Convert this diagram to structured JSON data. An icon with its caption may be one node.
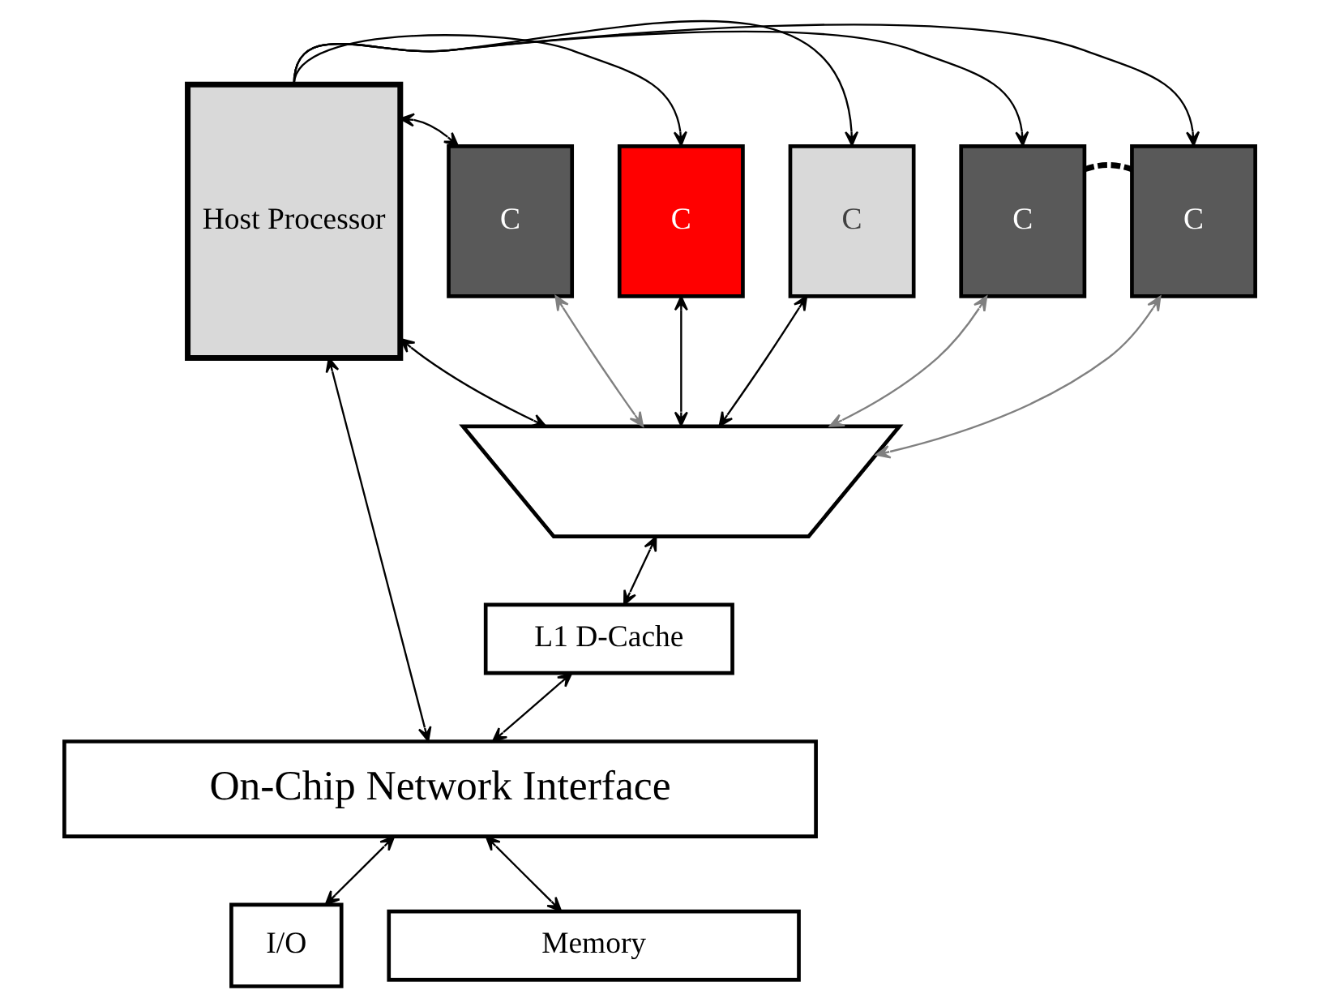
{
  "diagram": {
    "nodes": [
      {
        "text": [
          "Host Processor"
        ]
      },
      {
        "text": [
          "C"
        ]
      },
      {
        "text": [
          "C"
        ]
      },
      {
        "text": [
          "C"
        ]
      },
      {
        "text": [
          "C"
        ]
      },
      {
        "text": [
          "C"
        ]
      },
      {
        "text": [],
        "shape": "trapezoid"
      },
      {
        "text": [
          "L1 D-Cache"
        ]
      },
      {
        "text": [
          "On-Chip Network Interface"
        ]
      },
      {
        "text": [
          "I/O"
        ]
      },
      {
        "text": [
          "Memory"
        ]
      }
    ],
    "edges": [
      {
        "from": 0,
        "to": 1,
        "arrow": "both"
      },
      {
        "from": 0,
        "to": 2,
        "arrow": "to"
      },
      {
        "from": 0,
        "to": 3,
        "arrow": "to"
      },
      {
        "from": 0,
        "to": 4,
        "arrow": "to"
      },
      {
        "from": 0,
        "to": 5,
        "arrow": "to"
      },
      {
        "from": 4,
        "to": 5,
        "arrow": "none",
        "style": "dashed"
      },
      {
        "from": 6,
        "to": 0,
        "arrow": "both"
      },
      {
        "from": 1,
        "to": 6,
        "arrow": "both",
        "color": "#808080"
      },
      {
        "from": 2,
        "to": 6,
        "arrow": "both"
      },
      {
        "from": 3,
        "to": 6,
        "arrow": "both"
      },
      {
        "from": 4,
        "to": 6,
        "arrow": "both",
        "color": "#808080"
      },
      {
        "from": 5,
        "to": 6,
        "arrow": "both",
        "color": "#808080"
      },
      {
        "from": 6,
        "to": 7,
        "arrow": "both"
      },
      {
        "from": 7,
        "to": 8,
        "arrow": "both"
      },
      {
        "from": 0,
        "to": 8,
        "arrow": "both"
      },
      {
        "from": 8,
        "to": 9,
        "arrow": "both"
      },
      {
        "from": 8,
        "to": 10,
        "arrow": "both"
      }
    ]
  }
}
